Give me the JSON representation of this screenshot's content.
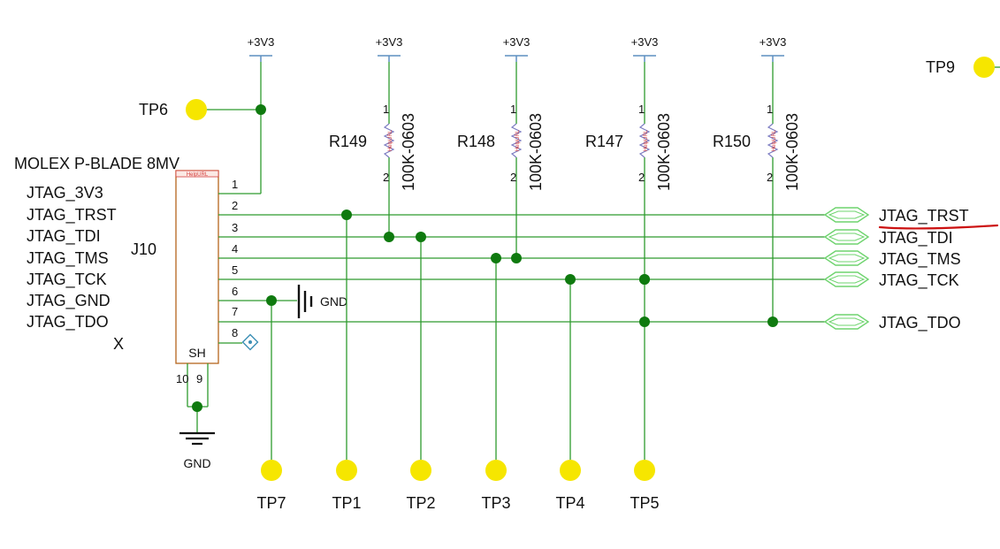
{
  "supply": {
    "label": "+3V3",
    "count": 5
  },
  "resistors": [
    {
      "ref": "R149",
      "value": "100K-0603",
      "pin1": "1",
      "pin2": "2"
    },
    {
      "ref": "R148",
      "value": "100K-0603",
      "pin1": "1",
      "pin2": "2"
    },
    {
      "ref": "R147",
      "value": "100K-0603",
      "pin1": "1",
      "pin2": "2"
    },
    {
      "ref": "R150",
      "value": "100K-0603",
      "pin1": "1",
      "pin2": "2"
    }
  ],
  "resistor_body_text": "HelpURL",
  "connector": {
    "description": "MOLEX P-BLADE 8MV",
    "ref": "J10",
    "help_text": "HelpURL",
    "shield_label": "SH",
    "pin_names": [
      "JTAG_3V3",
      "JTAG_TRST",
      "JTAG_TDI",
      "JTAG_TMS",
      "JTAG_TCK",
      "JTAG_GND",
      "JTAG_TDO",
      "X"
    ],
    "pin_numbers": [
      "1",
      "2",
      "3",
      "4",
      "5",
      "6",
      "7",
      "8"
    ],
    "shield_pins": [
      "10",
      "9"
    ]
  },
  "gnd_label": "GND",
  "test_points": {
    "tp6": "TP6",
    "tp9": "TP9",
    "bottom": [
      "TP7",
      "TP1",
      "TP2",
      "TP3",
      "TP4",
      "TP5"
    ]
  },
  "net_ports": [
    "JTAG_TRST",
    "JTAG_TDI",
    "JTAG_TMS",
    "JTAG_TCK",
    "JTAG_TDO"
  ],
  "colors": {
    "wire": "#2e9b2e",
    "junction": "#0f7a0f",
    "port": "#6fd46f",
    "power": "#5d8fc0",
    "test_point": "#f6e600",
    "connector_body": "#b5651d",
    "resistor": "#7d7dc2",
    "annotation": "#cc1111",
    "text": "#111111"
  }
}
